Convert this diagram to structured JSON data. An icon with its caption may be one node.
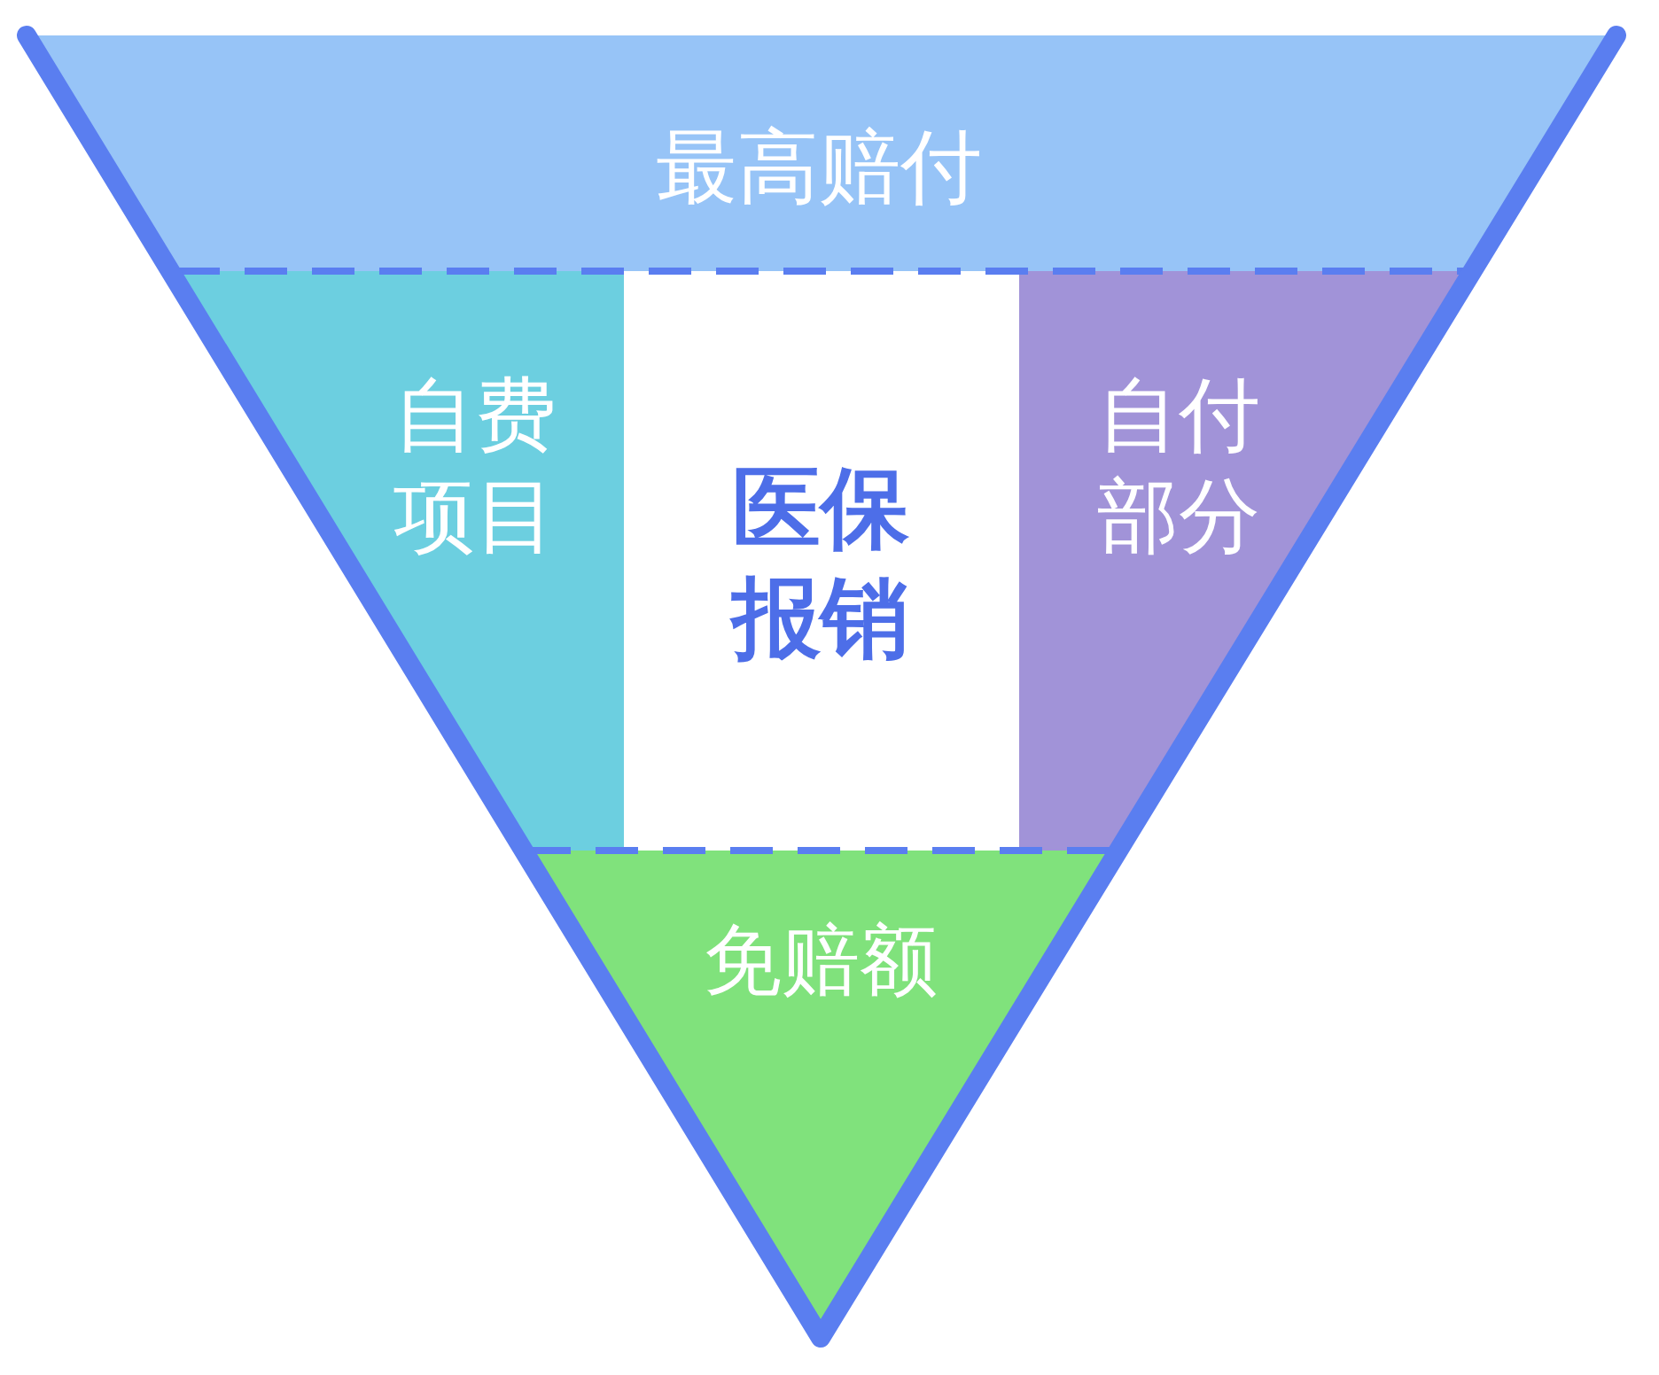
{
  "diagram": {
    "nodes": [
      {
        "text": [
          "最高赔付"
        ]
      },
      {
        "text": [
          "自费项目"
        ]
      },
      {
        "text": [
          "医保报销"
        ]
      },
      {
        "text": [
          "自付部分"
        ]
      },
      {
        "text": [
          "免赔额"
        ]
      }
    ]
  }
}
